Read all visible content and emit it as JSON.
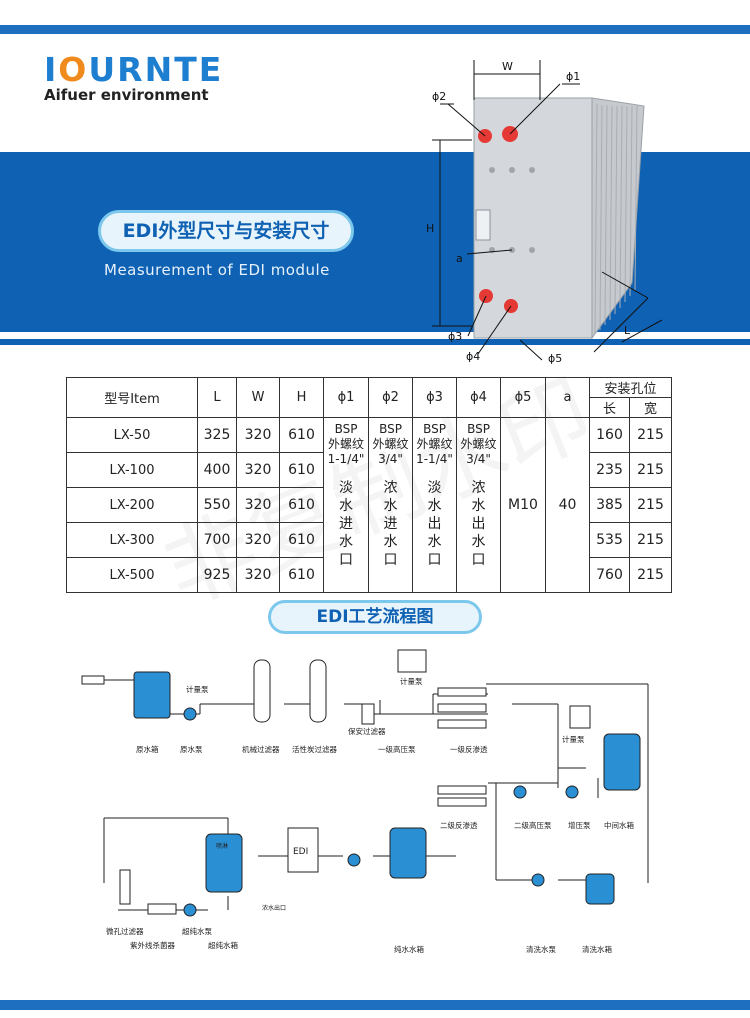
{
  "logo": {
    "brand": "IOURNTE",
    "sub": "Aifuer environment"
  },
  "section1": {
    "title_cn": "EDI外型尺寸与安装尺寸",
    "title_en": "Measurement of EDI module"
  },
  "dims": {
    "W": "W",
    "phi1": "ϕ1",
    "phi2": "ϕ2",
    "phi3": "ϕ3",
    "phi4": "ϕ4",
    "phi5": "ϕ5",
    "H": "H",
    "a": "a",
    "L": "L"
  },
  "table": {
    "headers": [
      "型号Item",
      "L",
      "W",
      "H",
      "ϕ1",
      "ϕ2",
      "ϕ3",
      "ϕ4",
      "ϕ5",
      "a",
      "安装孔位"
    ],
    "subheaders": [
      "长",
      "宽"
    ],
    "bsp": [
      "BSP\n外螺纹\n1-1/4\"",
      "BSP\n外螺纹\n3/4\"",
      "BSP\n外螺纹\n1-1/4\"",
      "BSP\n外螺纹\n3/4\""
    ],
    "vertical": [
      "淡\n水\n进\n水\n口",
      "浓\n水\n进\n水\n口",
      "淡\n水\n出\n水\n口",
      "浓\n水\n出\n水\n口"
    ],
    "phi5": "M10",
    "a": "40",
    "rows": [
      {
        "model": "LX-50",
        "L": "325",
        "W": "320",
        "H": "610",
        "len": "160",
        "wid": "215"
      },
      {
        "model": "LX-100",
        "L": "400",
        "W": "320",
        "H": "610",
        "len": "235",
        "wid": "215"
      },
      {
        "model": "LX-200",
        "L": "550",
        "W": "320",
        "H": "610",
        "len": "385",
        "wid": "215"
      },
      {
        "model": "LX-300",
        "L": "700",
        "W": "320",
        "H": "610",
        "len": "535",
        "wid": "215"
      },
      {
        "model": "LX-500",
        "L": "925",
        "W": "320",
        "H": "610",
        "len": "760",
        "wid": "215"
      }
    ]
  },
  "watermark": "非复制水印",
  "section2": {
    "title": "EDI工艺流程图"
  },
  "flow": {
    "raw_tank": "原水箱",
    "raw_pump": "原水泵",
    "mech_filter": "机械过滤器",
    "carbon_filter": "活性炭过滤器",
    "security_filter": "保安过滤器",
    "hp_pump1": "一级高压泵",
    "ro1": "一级反渗透",
    "meter_pump1": "计量泵",
    "meter_pump2": "计量泵",
    "meter_pump3": "计量泵",
    "mid_tank": "中间水箱",
    "boost_pump": "增压泵",
    "hp_pump2": "二级高压泵",
    "ro2": "二级反渗透",
    "edi": "EDI",
    "pure_tank": "纯水水箱",
    "wash_pump": "清洗水泵",
    "wash_tank": "清洗水箱",
    "micro_filter": "微孔过滤器",
    "uv": "紫外线杀菌器",
    "up_pump": "超纯水泵",
    "up_tank": "超纯水箱",
    "spray": "喷淋",
    "drain": "浓水出口"
  }
}
